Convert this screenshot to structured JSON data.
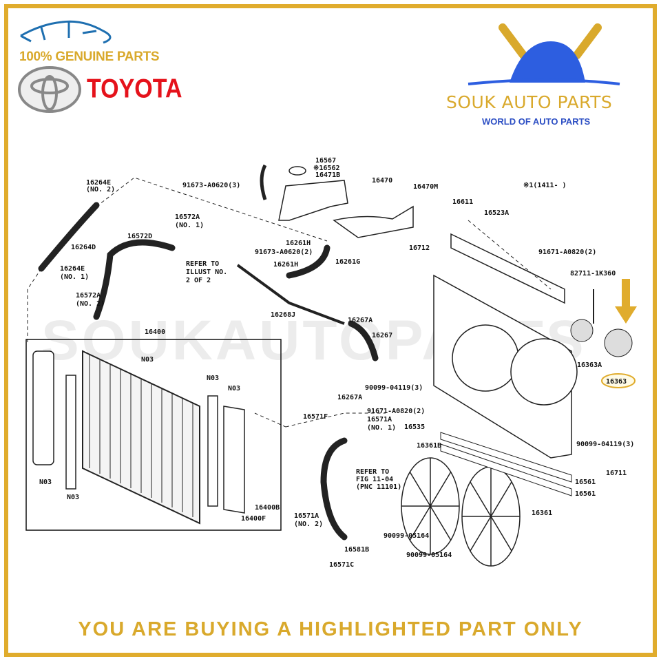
{
  "branding": {
    "genuine": "100% GENUINE PARTS",
    "toyota": "TOYOTA",
    "souk": "SOUK AUTO PARTS",
    "world": "WORLD OF AUTO PARTS",
    "watermark": "SOUKAUTOPARTS"
  },
  "colors": {
    "gold": "#e0ac2d",
    "red": "#e5121b",
    "blue": "#2d4fc4",
    "highlight": "#e0ac2d"
  },
  "labels": [
    "16567",
    "※16562",
    "16471B",
    "16470",
    "91673-A0620(3)",
    "16470M",
    "16611",
    "16523A",
    "※1(1411-    )",
    "16264E",
    "(NO. 2)",
    "16572A",
    "(NO. 1)",
    "16264D",
    "16572D",
    "REFER TO",
    "ILLUST NO.",
    "2 OF 2",
    "16261H",
    "91673-A0620(2)",
    "16261G",
    "16261H",
    "16712",
    "91671-A0820(2)",
    "82711-1K360",
    "16264E",
    "(NO. 1)",
    "16572A",
    "(NO. 2)",
    "16268J",
    "16267A",
    "16267",
    "16400",
    "N03",
    "N03",
    "N03",
    "16363A",
    "90099-04119(3)",
    "16267A",
    "91671-A0820(2)",
    "16571F",
    "16571A",
    "(NO. 1)",
    "16535",
    "90099-04119(3)",
    "16361B",
    "16711",
    "REFER TO",
    "FIG 11-04",
    "(PNC 11101)",
    "N03",
    "N03",
    "16561",
    "16561",
    "16400B",
    "16400F",
    "16571A",
    "(NO. 2)",
    "16361",
    "90099-05164",
    "16581B",
    "90099-05164",
    "16571C"
  ],
  "highlighted_part": "16363",
  "footer": "YOU ARE BUYING A HIGHLIGHTED PART ONLY"
}
